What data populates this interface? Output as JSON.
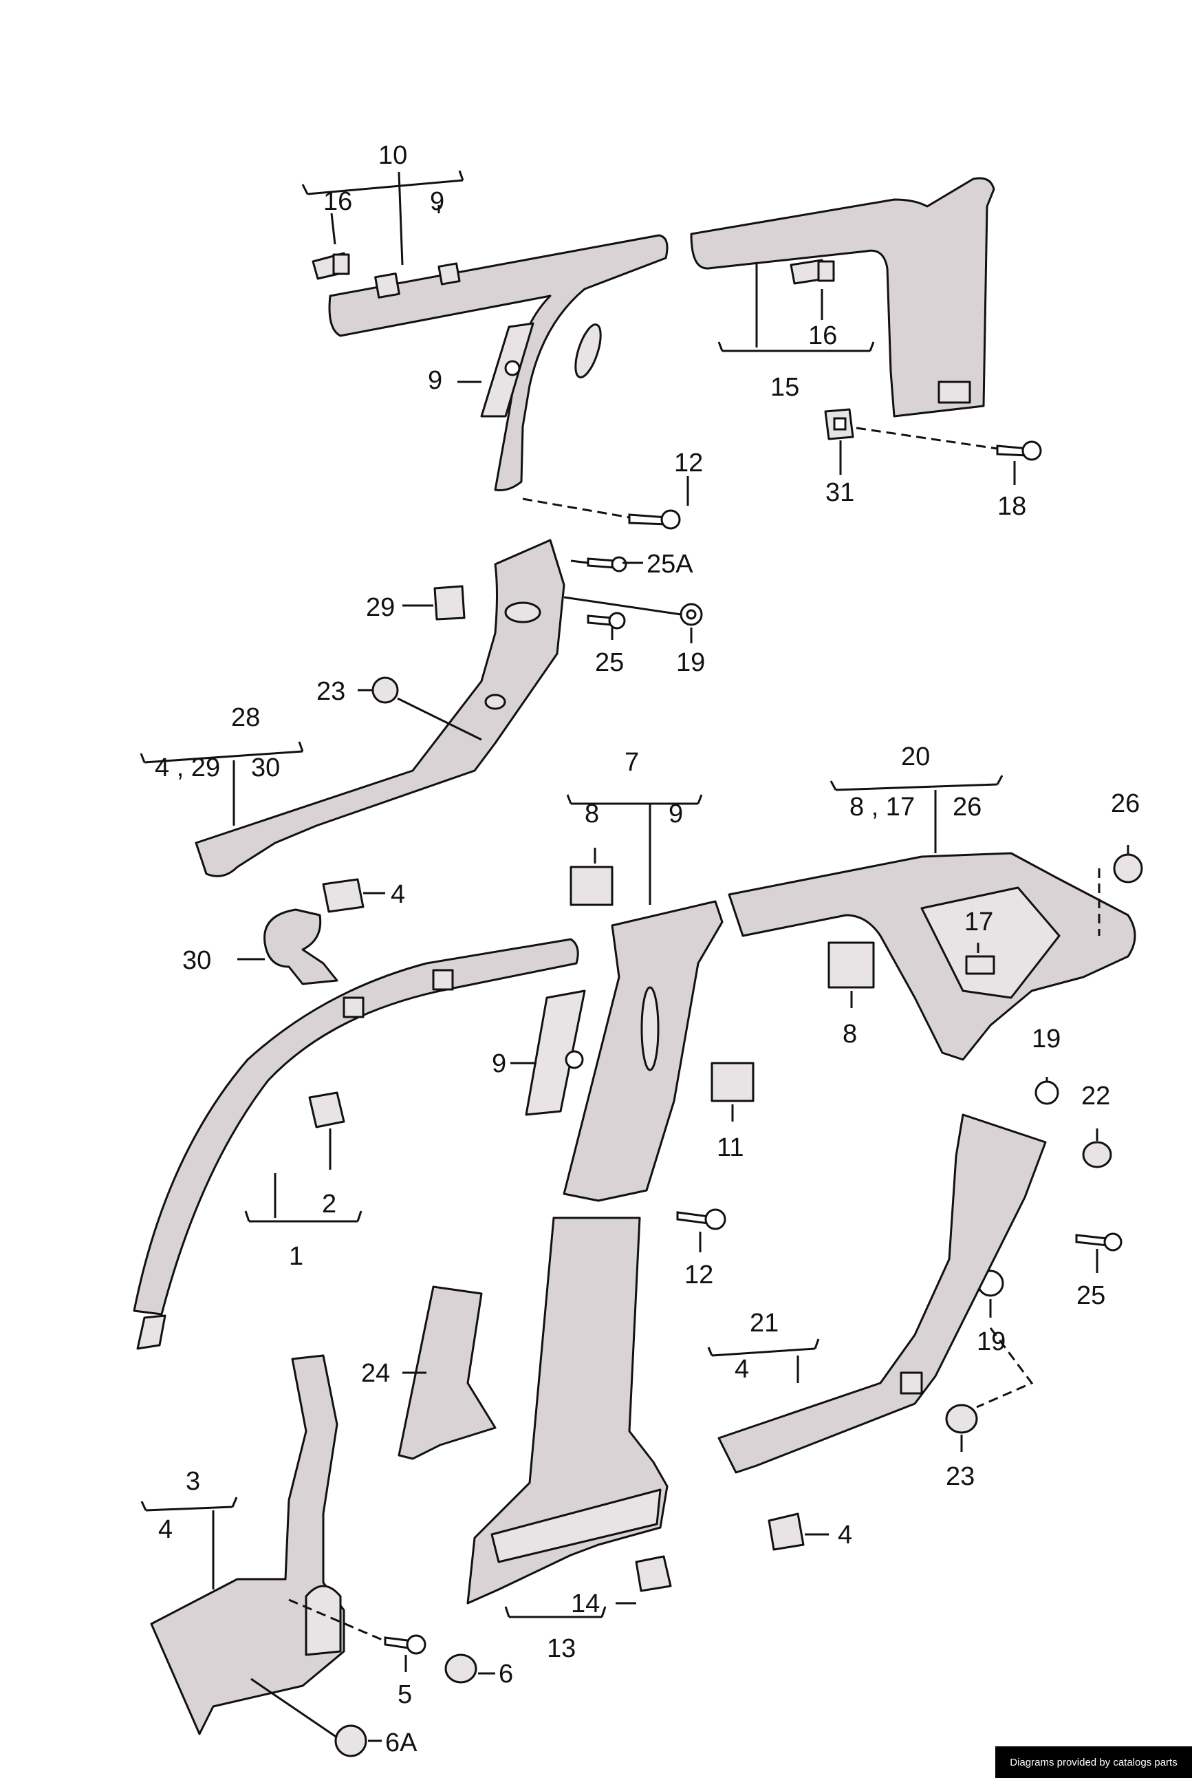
{
  "labels": {
    "l10": "10",
    "l16a": "16",
    "l9a": "9",
    "l9b": "9",
    "l16b": "16",
    "l15": "15",
    "l12a": "12",
    "l31": "31",
    "l18": "18",
    "l25a": "25A",
    "l29": "29",
    "l25": "25",
    "l19a": "19",
    "l23a": "23",
    "l28": "28",
    "l4_29": "4 , 29",
    "l30a": "30",
    "l4a": "4",
    "l30b": "30",
    "l7": "7",
    "l8a": "8",
    "l9c": "9",
    "l20": "20",
    "l8_17": "8 , 17",
    "l26a": "26",
    "l26b": "26",
    "l17": "17",
    "l8b": "8",
    "l9d": "9",
    "l19b": "19",
    "l22": "22",
    "l11": "11",
    "l2": "2",
    "l1": "1",
    "l12b": "12",
    "l25b": "25",
    "l19c": "19",
    "l21": "21",
    "l4b": "4",
    "l24": "24",
    "l23b": "23",
    "l3": "3",
    "l4c": "4",
    "l4d": "4",
    "l14": "14",
    "l13": "13",
    "l5": "5",
    "l6": "6",
    "l6a": "6A"
  },
  "credit": "Diagrams provided by catalogs parts"
}
